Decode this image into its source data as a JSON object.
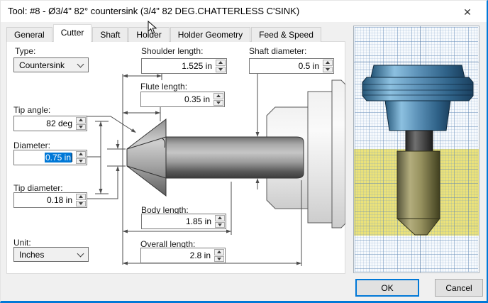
{
  "window": {
    "title": "Tool: #8 - Ø3/4\" 82° countersink (3/4\" 82 DEG.CHATTERLESS C'SINK)"
  },
  "icons": {
    "close": "✕"
  },
  "tabs": [
    {
      "label": "General",
      "active": false
    },
    {
      "label": "Cutter",
      "active": true
    },
    {
      "label": "Shaft",
      "active": false
    },
    {
      "label": "Holder",
      "active": false
    },
    {
      "label": "Holder Geometry",
      "active": false
    },
    {
      "label": "Feed & Speed",
      "active": false
    }
  ],
  "cutter": {
    "type": {
      "label": "Type:",
      "value": "Countersink"
    },
    "tip_angle": {
      "label": "Tip angle:",
      "value": "82 deg"
    },
    "diameter": {
      "label": "Diameter:",
      "value": "0.75 in",
      "selected": true
    },
    "tip_diameter": {
      "label": "Tip diameter:",
      "value": "0.18 in"
    },
    "unit": {
      "label": "Unit:",
      "value": "Inches"
    },
    "shoulder_length": {
      "label": "Shoulder length:",
      "value": "1.525 in"
    },
    "flute_length": {
      "label": "Flute length:",
      "value": "0.35 in"
    },
    "shaft_diameter": {
      "label": "Shaft diameter:",
      "value": "0.5 in"
    },
    "body_length": {
      "label": "Body length:",
      "value": "1.85 in"
    },
    "overall_length": {
      "label": "Overall length:",
      "value": "2.8 in"
    }
  },
  "buttons": {
    "ok": "OK",
    "cancel": "Cancel"
  },
  "colors": {
    "accent": "#0078d7",
    "selection": "#0078d7",
    "stock_yellow": "#ebe27a",
    "holder_blue": "#4f87ae",
    "cutter_olive": "#97925f",
    "shaft_gray": "#555555",
    "grid_blue": "#9cb8d4"
  }
}
